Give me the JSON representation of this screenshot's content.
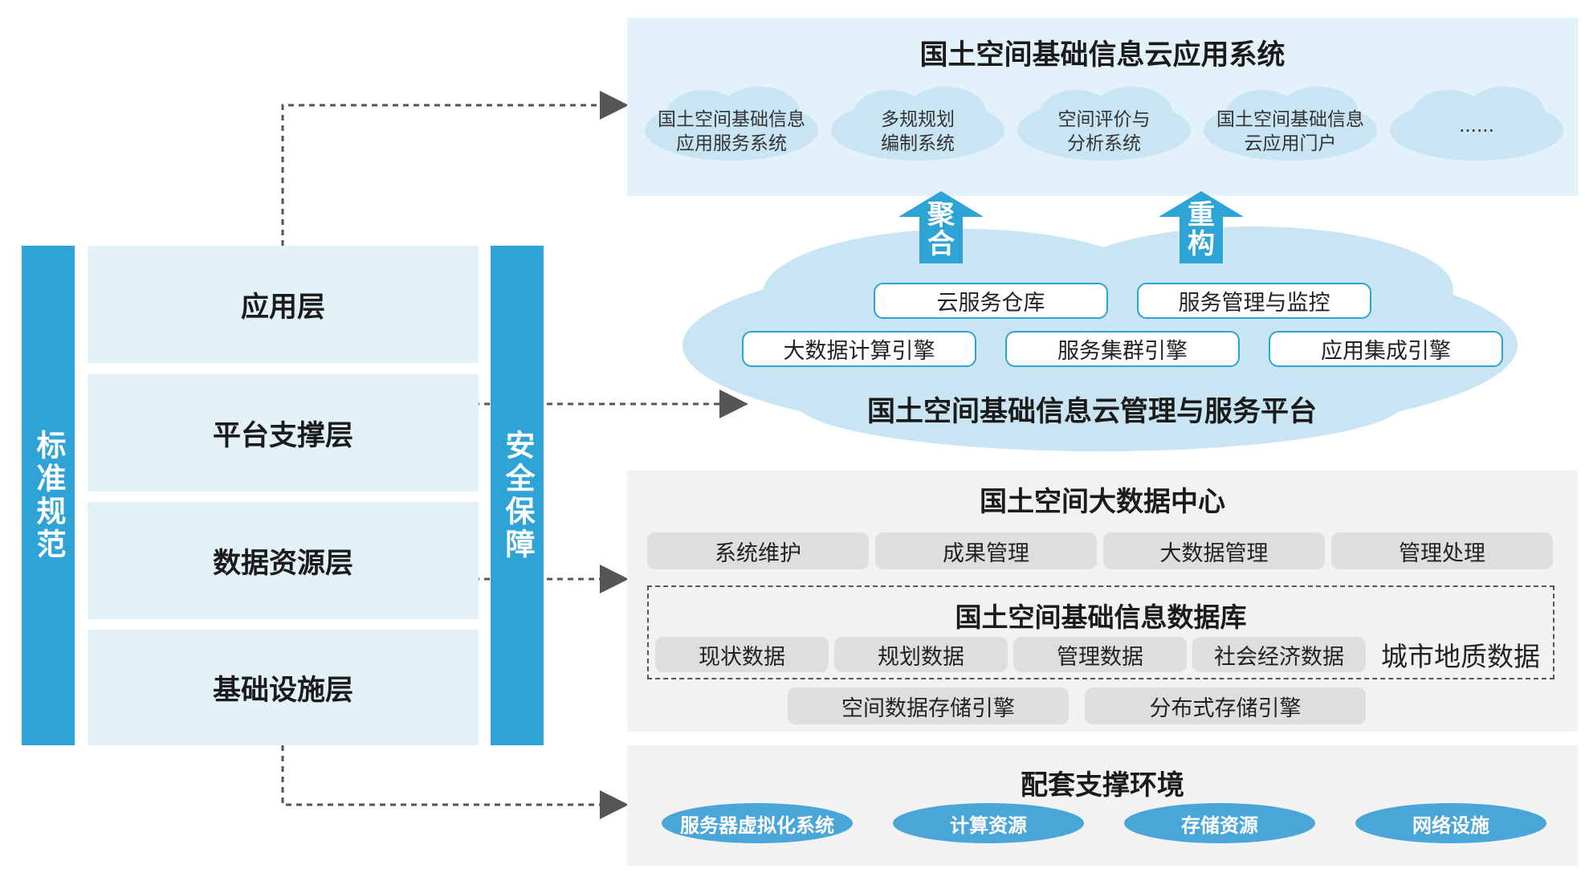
{
  "left": {
    "standard_bar": "标准规范",
    "security_bar": "安全保障",
    "layers": [
      "应用层",
      "平台支撑层",
      "数据资源层",
      "基础设施层"
    ]
  },
  "app_system": {
    "title": "国土空间基础信息云应用系统",
    "clouds": [
      [
        "国土空间基础信息",
        "应用服务系统"
      ],
      [
        "多规规划",
        "编制系统"
      ],
      [
        "空间评价与",
        "分析系统"
      ],
      [
        "国土空间基础信息",
        "云应用门户"
      ],
      [
        "......",
        ""
      ]
    ]
  },
  "arrows": {
    "aggregate": [
      "聚",
      "合"
    ],
    "restructure": [
      "重",
      "构"
    ]
  },
  "platform": {
    "title": "国土空间基础信息云管理与服务平台",
    "row1": [
      "云服务仓库",
      "服务管理与监控"
    ],
    "row2": [
      "大数据计算引擎",
      "服务集群引擎",
      "应用集成引擎"
    ]
  },
  "data_center": {
    "title": "国土空间大数据中心",
    "functions": [
      "系统维护",
      "成果管理",
      "大数据管理",
      "管理处理"
    ],
    "db_title": "国土空间基础信息数据库",
    "db_items": [
      "现状数据",
      "规划数据",
      "管理数据",
      "社会经济数据",
      "城市地质数据"
    ],
    "engines": [
      "空间数据存储引擎",
      "分布式存储引擎"
    ]
  },
  "infra": {
    "title": "配套支撑环境",
    "items": [
      "服务器虚拟化系统",
      "计算资源",
      "存储资源",
      "网络设施"
    ]
  },
  "colors": {
    "accent": "#2ea3d6",
    "panel_blue": "#e3f1fa",
    "panel_grey": "#f2f2f2"
  }
}
